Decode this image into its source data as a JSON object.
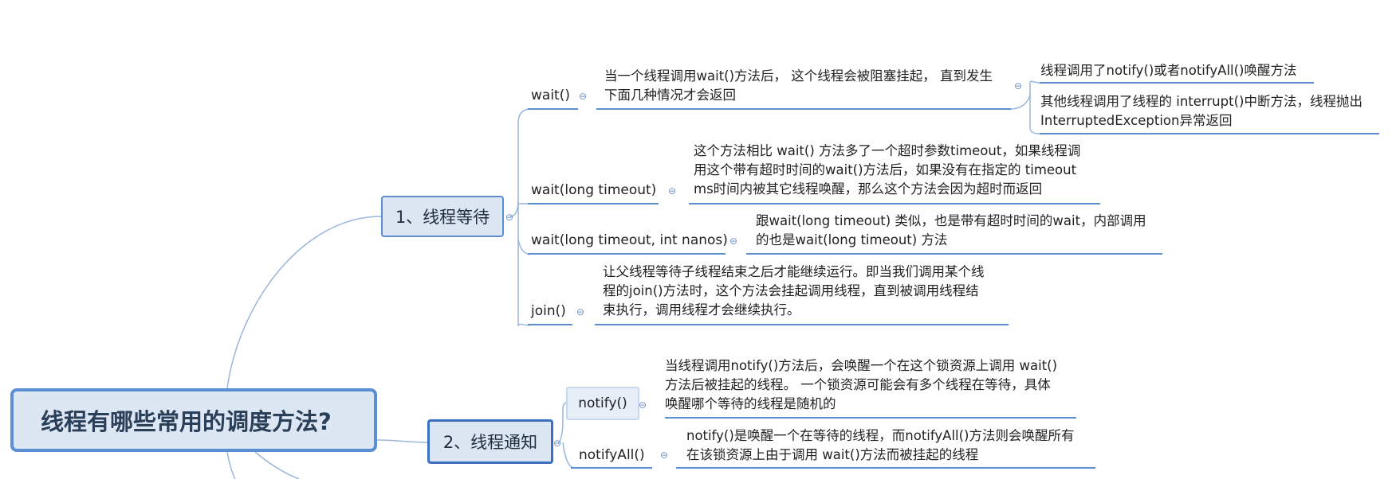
{
  "root": {
    "title": "线程有哪些常用的调度方法?"
  },
  "branches": [
    {
      "label": "1、线程等待",
      "items": [
        {
          "name": "wait()",
          "desc": [
            "当一个线程调用wait()方法后， 这个线程会被阻塞挂起， 直到发生",
            "下面几种情况才会返回"
          ],
          "children": [
            {
              "text": [
                "线程调用了notify()或者notifyAll()唤醒方法"
              ]
            },
            {
              "text": [
                "其他线程调用了线程的 interrupt()中断方法，线程抛出",
                "InterruptedException异常返回"
              ]
            }
          ]
        },
        {
          "name": "wait(long timeout)",
          "desc": [
            "这个方法相比 wait() 方法多了一个超时参数timeout，如果线程调",
            "用这个带有超时时间的wait()方法后，如果没有在指定的 timeout",
            "ms时间内被其它线程唤醒，那么这个方法会因为超时而返回"
          ]
        },
        {
          "name": "wait(long timeout, int nanos)",
          "desc": [
            "跟wait(long timeout) 类似，也是带有超时时间的wait，内部调用",
            "的也是wait(long timeout) 方法"
          ]
        },
        {
          "name": "join()",
          "desc": [
            "让父线程等待子线程结束之后才能继续运行。即当我们调用某个线",
            "程的join()方法时，这个方法会挂起调用线程，直到被调用线程结",
            "束执行，调用线程才会继续执行。"
          ]
        }
      ]
    },
    {
      "label": "2、线程通知",
      "items": [
        {
          "name": "notify()",
          "desc": [
            "当线程调用notify()方法后，会唤醒一个在这个锁资源上调用 wait()",
            "方法后被挂起的线程。 一个锁资源可能会有多个线程在等待，具体",
            "唤醒哪个等待的线程是随机的"
          ]
        },
        {
          "name": "notifyAll()",
          "desc": [
            "notify()是唤醒一个在等待的线程，而notifyAll()方法则会唤醒所有",
            "在该锁资源上由于调用 wait()方法而被挂起的线程"
          ]
        }
      ]
    }
  ],
  "colors": {
    "line": "#5b8fd4",
    "connector": "#9bb6dc",
    "node_fill": "#dce6f3"
  },
  "icons": {
    "collapse": "collapse-minus-icon"
  }
}
